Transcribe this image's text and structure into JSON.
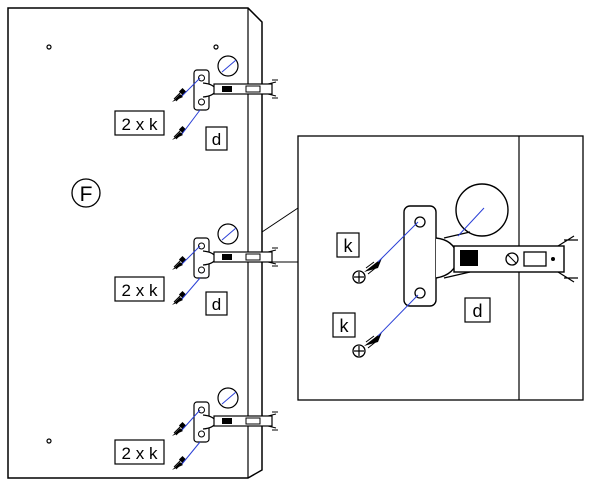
{
  "panel_letter": "F",
  "labels": {
    "screw_pair": "2 x k",
    "hinge": "d",
    "screw": "k"
  },
  "colors": {
    "outline": "#000000",
    "guide_line": "#2a3fd6",
    "background": "#ffffff"
  },
  "icons": [
    "cup-hinge-icon",
    "wood-screw-icon",
    "screw-head-icon",
    "hinge-cup-hole-icon"
  ]
}
